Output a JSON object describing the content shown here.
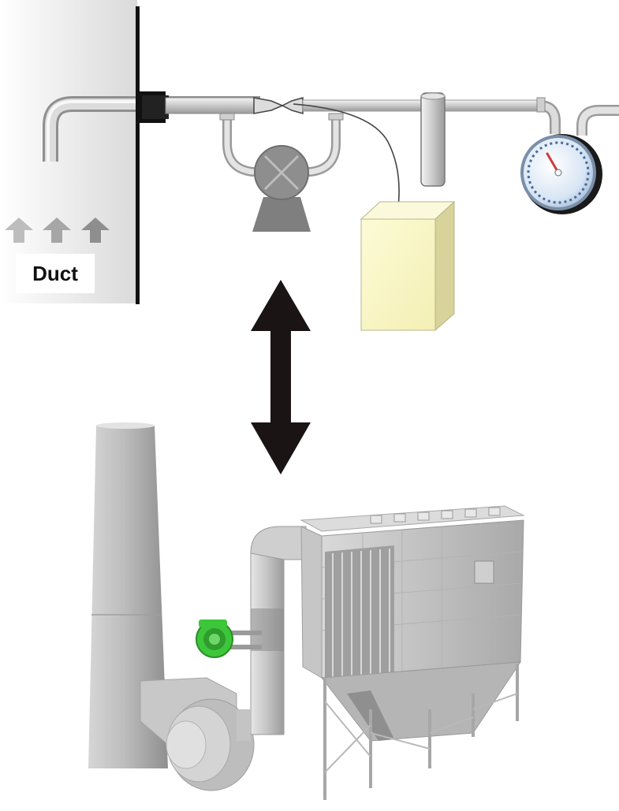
{
  "top_diagram": {
    "duct_label": "Duct",
    "flow_arrow_count": 3
  },
  "bottom_diagram": {
    "sensor_color": "#3ec63a"
  },
  "colors": {
    "duct_gradient_start": "#e0e0e0",
    "pipe": "#b8b8b8",
    "pump": "#8e8e8e",
    "controller_box": "#fbf8c8",
    "gauge_face": "#cfe0f2",
    "gauge_needle": "#d23a3a",
    "arrow": "#1b1414"
  },
  "icons": {
    "double_arrow": "double-headed-vertical-arrow",
    "flow_arrow": "up-arrow",
    "gauge": "pressure-gauge",
    "pump": "pump",
    "sensor": "sensor-head"
  }
}
